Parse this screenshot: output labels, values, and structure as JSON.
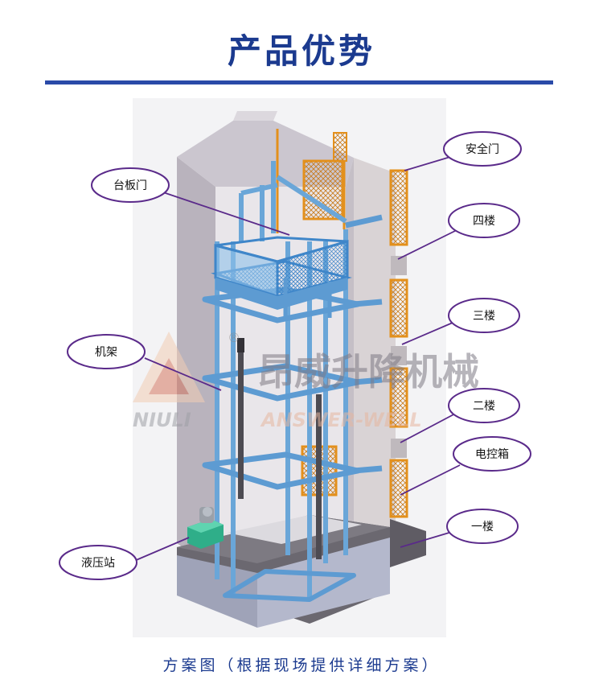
{
  "title": "产品优势",
  "caption": "方案图（根据现场提供详细方案）",
  "watermark": {
    "cn_text": "昂威升降机械",
    "en_left": "NIULI",
    "en_right": "ANSWER-WELL",
    "registered": "®"
  },
  "labels": {
    "safety_door": "安全门",
    "floor4": "四楼",
    "floor3": "三楼",
    "floor2": "二楼",
    "control_box": "电控箱",
    "floor1": "一楼",
    "platform_door": "台板门",
    "frame": "机架",
    "hydraulic_station": "液压站"
  },
  "colors": {
    "title_blue": "#1b3a8f",
    "rule_blue": "#2a4aa8",
    "callout_purple": "#5a2a8a",
    "frame_blue": "#6aa6d8",
    "gate_orange": "#e3901c",
    "wall": "#d9d5dc"
  }
}
